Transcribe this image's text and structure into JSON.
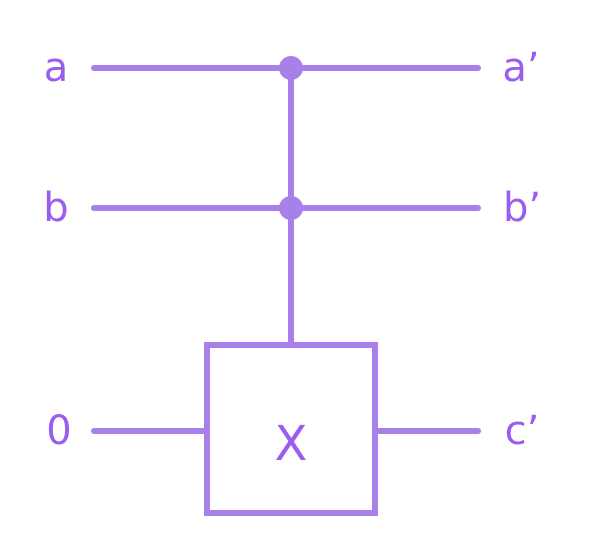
{
  "colors": {
    "wire": "#a780ea",
    "text": "#9b5cf0"
  },
  "inputs": {
    "a": "a",
    "b": "b",
    "zero": "0"
  },
  "outputs": {
    "a_prime": "a’",
    "b_prime": "b’",
    "c_prime": "c’"
  },
  "gate": {
    "label": "X"
  }
}
